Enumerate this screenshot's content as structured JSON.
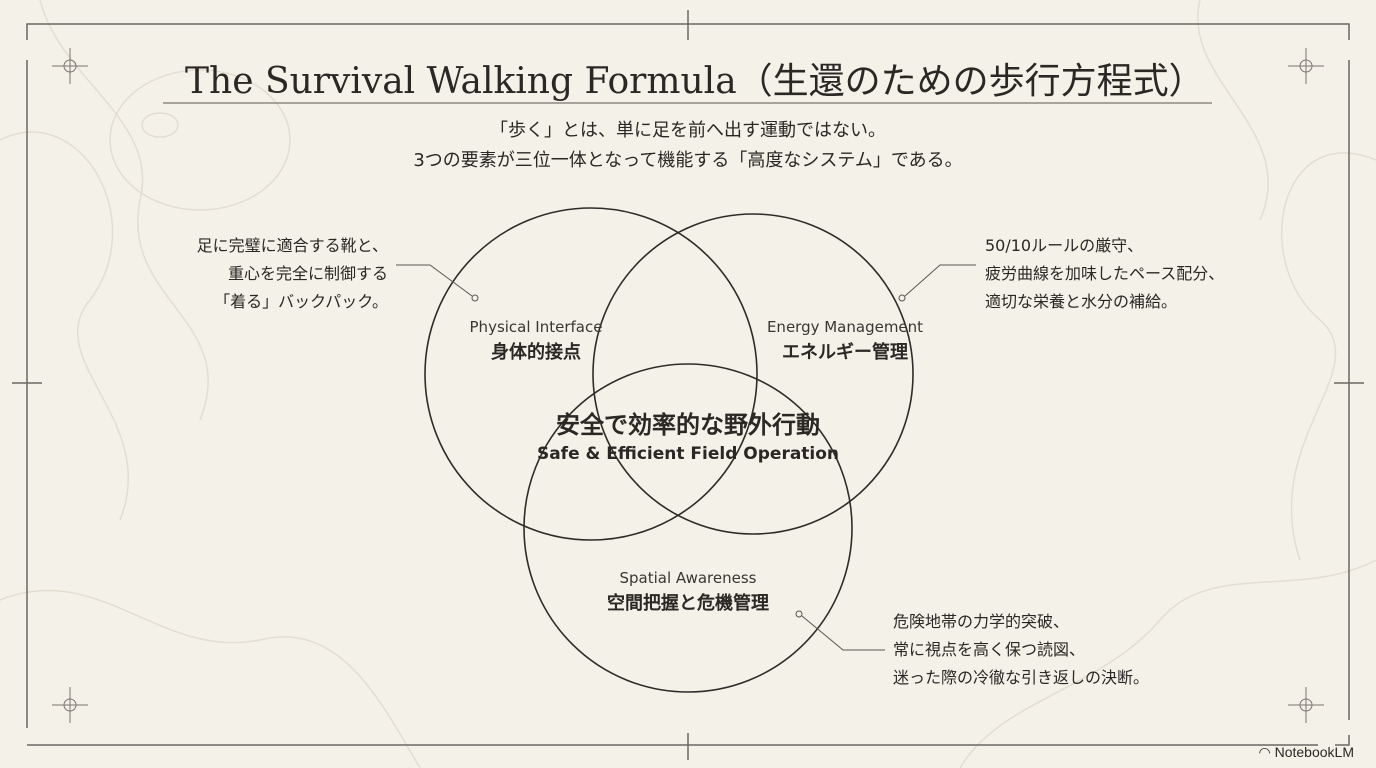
{
  "title": "The Survival Walking Formula（生還のための歩行方程式）",
  "subtitle": [
    "「歩く」とは、単に足を前へ出す運動ではない。",
    "3つの要素が三位一体となって機能する「高度なシステム」である。"
  ],
  "circles": [
    {
      "en": "Physical Interface",
      "jp": "身体的接点",
      "note": [
        "足に完璧に適合する靴と、",
        "重心を完全に制御する",
        "「着る」バックパック。"
      ]
    },
    {
      "en": "Energy Management",
      "jp": "エネルギー管理",
      "note": [
        "50/10ルールの厳守、",
        "疲労曲線を加味したペース配分、",
        "適切な栄養と水分の補給。"
      ]
    },
    {
      "en": "Spatial Awareness",
      "jp": "空間把握と危機管理",
      "note": [
        "危険地帯の力学的突破、",
        "常に視点を高く保つ読図、",
        "迷った際の冷徹な引き返しの決断。"
      ]
    }
  ],
  "center": {
    "jp": "安全で効率的な野外行動",
    "en": "Safe & Efficient Field Operation"
  },
  "brand": "NotebookLM"
}
